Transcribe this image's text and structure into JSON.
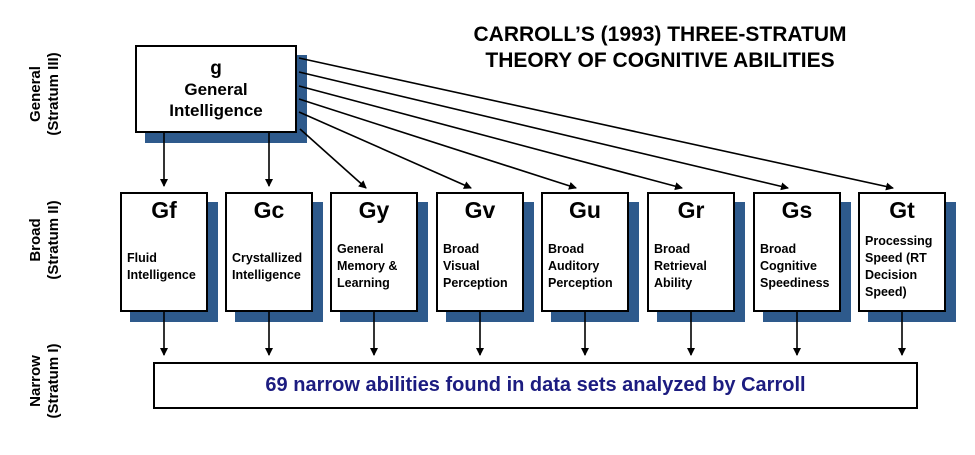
{
  "title": {
    "line1": "CARROLL’S (1993) THREE-STRATUM",
    "line2": "THEORY OF COGNITIVE ABILITIES"
  },
  "strata_labels": [
    {
      "name": "General",
      "stratum": "(Stratum III)"
    },
    {
      "name": "Broad",
      "stratum": "(Stratum II)"
    },
    {
      "name": "Narrow",
      "stratum": "(Stratum I)"
    }
  ],
  "general_box": {
    "code": "g",
    "name_line1": "General",
    "name_line2": "Intelligence"
  },
  "broad_boxes": [
    {
      "code": "Gf",
      "label": "Fluid Intelligence"
    },
    {
      "code": "Gc",
      "label": "Crystallized Intelligence"
    },
    {
      "code": "Gy",
      "label": "General Memory & Learning"
    },
    {
      "code": "Gv",
      "label": "Broad Visual Perception"
    },
    {
      "code": "Gu",
      "label": "Broad Auditory Perception"
    },
    {
      "code": "Gr",
      "label": "Broad Retrieval Ability"
    },
    {
      "code": "Gs",
      "label": "Broad Cognitive Speediness"
    },
    {
      "code": "Gt",
      "label": "Processing Speed (RT Decision Speed)"
    }
  ],
  "narrow_box": {
    "text": "69 narrow abilities found in data sets analyzed by Carroll"
  },
  "colors": {
    "box_shadow_blue": "#2e5a8c",
    "narrow_text_navy": "#1c1c80",
    "ink_black": "#000000"
  }
}
